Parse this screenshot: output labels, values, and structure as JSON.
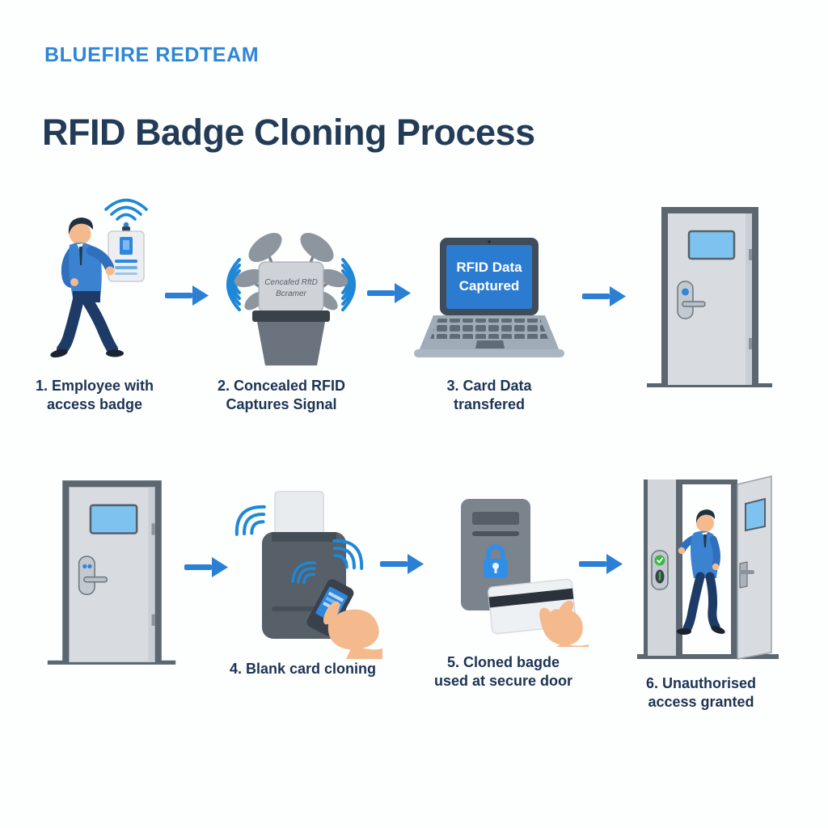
{
  "brand": "BLUEFIRE REDTEAM",
  "title": "RFID Badge Cloning Process",
  "steps": {
    "step1": {
      "line1": "1. Employee with",
      "line2": "access badge"
    },
    "step2": {
      "line1": "2. Concealed RFID",
      "line2": "Captures Signal"
    },
    "step3": {
      "line1": "3. Card Data",
      "line2": "transfered"
    },
    "step4": {
      "line1": "4. Blank card cloning",
      "line2": ""
    },
    "step5": {
      "line1": "5. Cloned bagde",
      "line2": "used at secure door"
    },
    "step6": {
      "line1": "6. Unauthorised",
      "line2": "access granted"
    }
  },
  "laptop": {
    "line1": "RFID Data",
    "line2": "Captured"
  },
  "scanner": {
    "line1": "Cencafed RftD",
    "line2": "Bcramer"
  },
  "colors": {
    "brand-blue": "#2e86d6",
    "title-navy": "#233b57",
    "label-navy": "#1d3354",
    "arrow-blue": "#2b7fd4",
    "wave-blue": "#1e88d8",
    "figure-blue": "#3b82d0",
    "figure-blue-dark": "#2f6fbe",
    "figure-navy": "#1e3a66",
    "skin": "#f5b98e",
    "door-gray": "#d8dce0",
    "frame-gray": "#5b6670",
    "window-blue": "#7ec3ef",
    "screen-blue": "#2b7cd0",
    "device-gray": "#575f68",
    "leaf-gray": "#8d959e",
    "pot-gray": "#6b747e",
    "green": "#3cb54a"
  }
}
